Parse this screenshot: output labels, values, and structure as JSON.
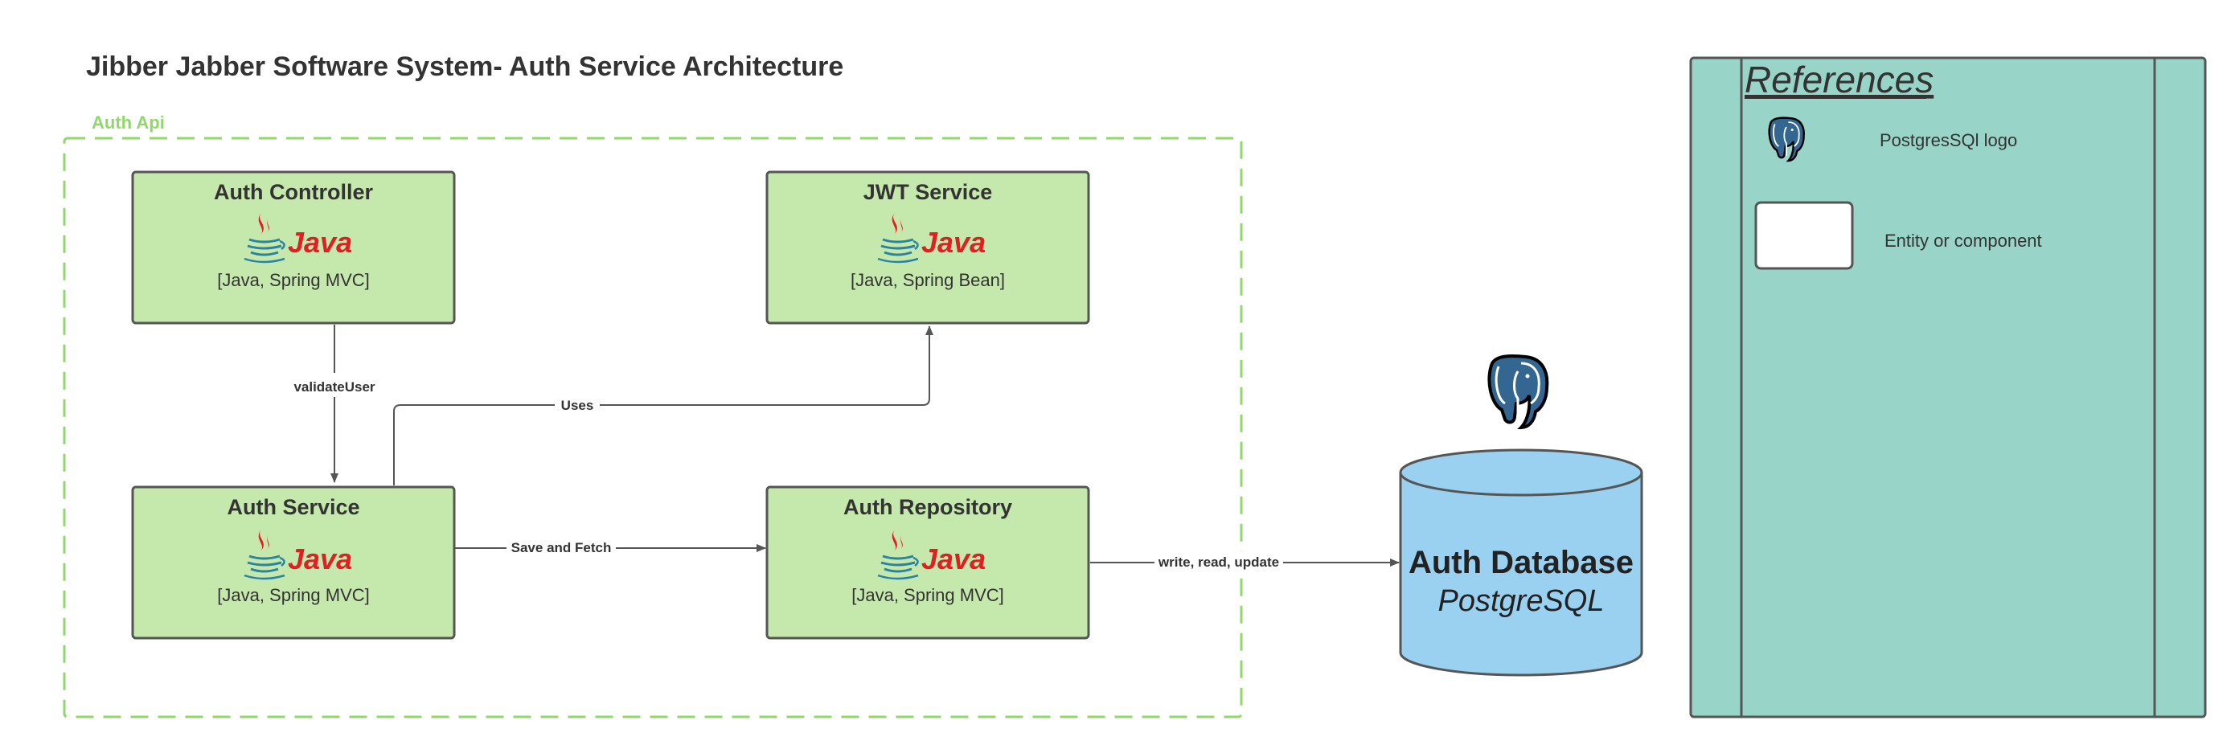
{
  "title": "Jibber Jabber Software System- Auth Service Architecture",
  "boundary": {
    "label": "Auth Api"
  },
  "components": {
    "auth_controller": {
      "name": "Auth Controller",
      "tech": "[Java, Spring MVC]",
      "logo_text": "Java"
    },
    "jwt_service": {
      "name": "JWT Service",
      "tech": "[Java, Spring Bean]",
      "logo_text": "Java"
    },
    "auth_service": {
      "name": "Auth Service",
      "tech": "[Java, Spring MVC]",
      "logo_text": "Java"
    },
    "auth_repository": {
      "name": "Auth Repository",
      "tech": "[Java, Spring MVC]",
      "logo_text": "Java"
    }
  },
  "database": {
    "name": "Auth Database",
    "tech": "PostgreSQL"
  },
  "connections": {
    "validate_user": "validateUser",
    "uses": "Uses",
    "save_fetch": "Save and Fetch",
    "write_read_update": "write, read, update"
  },
  "references": {
    "title": "References",
    "items": [
      {
        "label": "PostgresSQl logo",
        "icon": "postgres-elephant-icon"
      },
      {
        "label": "Entity or component",
        "icon": "component-box-icon"
      }
    ]
  },
  "colors": {
    "component_fill": "#c5e8ac",
    "boundary_stroke": "#8fd86a",
    "boundary_label": "#8fd86a",
    "database_fill": "#9ad1f0",
    "references_fill": "#98d5c8",
    "java_red": "#e11f22",
    "java_blue": "#2a83a2",
    "postgres_blue": "#336791"
  }
}
